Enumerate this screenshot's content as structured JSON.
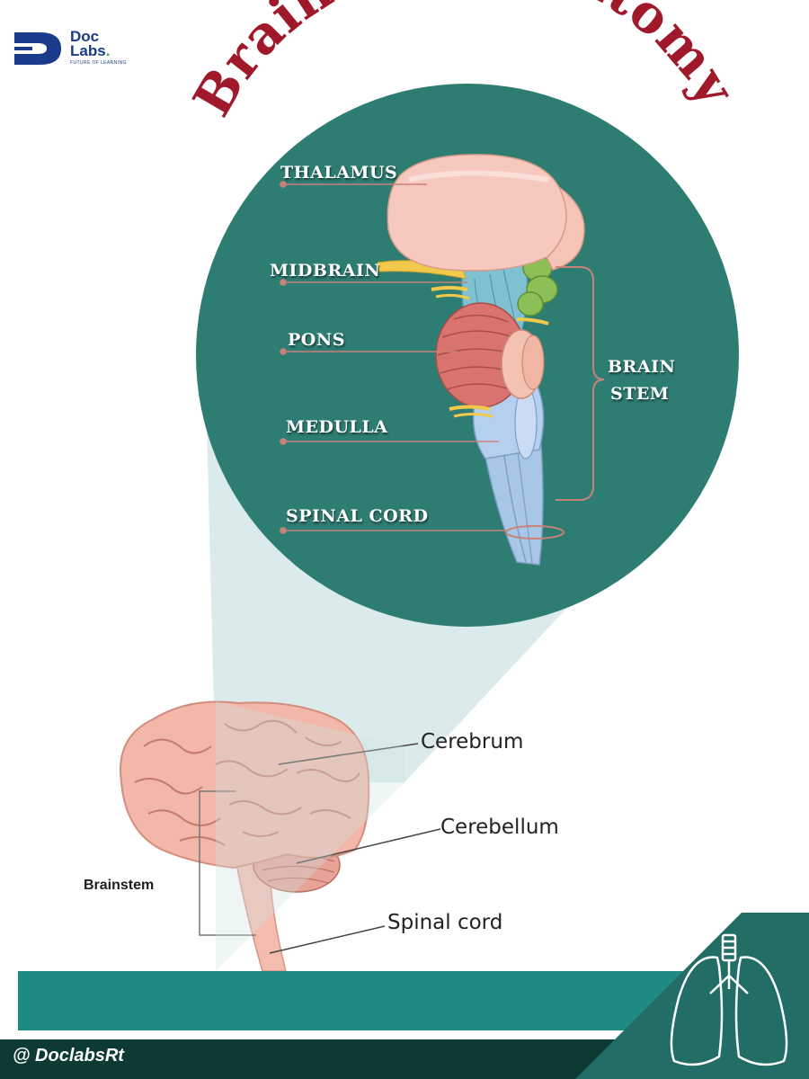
{
  "header": {
    "logo_line1": "Doc",
    "logo_line2": "Labs",
    "logo_dot": ".",
    "logo_tagline": "FUTURE OF LEARNING",
    "title": "Brainstem Anatomy"
  },
  "circle_labels": {
    "thalamus": "THALAMUS",
    "midbrain": "MIDBRAIN",
    "pons": "PONS",
    "medulla": "MEDULLA",
    "spinal_cord": "SPINAL CORD",
    "brain_stem_line1": "BRAIN",
    "brain_stem_line2": "STEM"
  },
  "brain_labels": {
    "cerebrum": "Cerebrum",
    "cerebellum": "Cerebellum",
    "spinal_cord": "Spinal cord",
    "brainstem": "Brainstem"
  },
  "footer": {
    "handle": "@ DoclabsRt",
    "icon": "lungs-icon"
  },
  "colors": {
    "title": "#a0192a",
    "circle": "#2e7d73",
    "band": "#1f8a82",
    "bottom_bar": "#0e3a34",
    "corner": "#226e66"
  }
}
